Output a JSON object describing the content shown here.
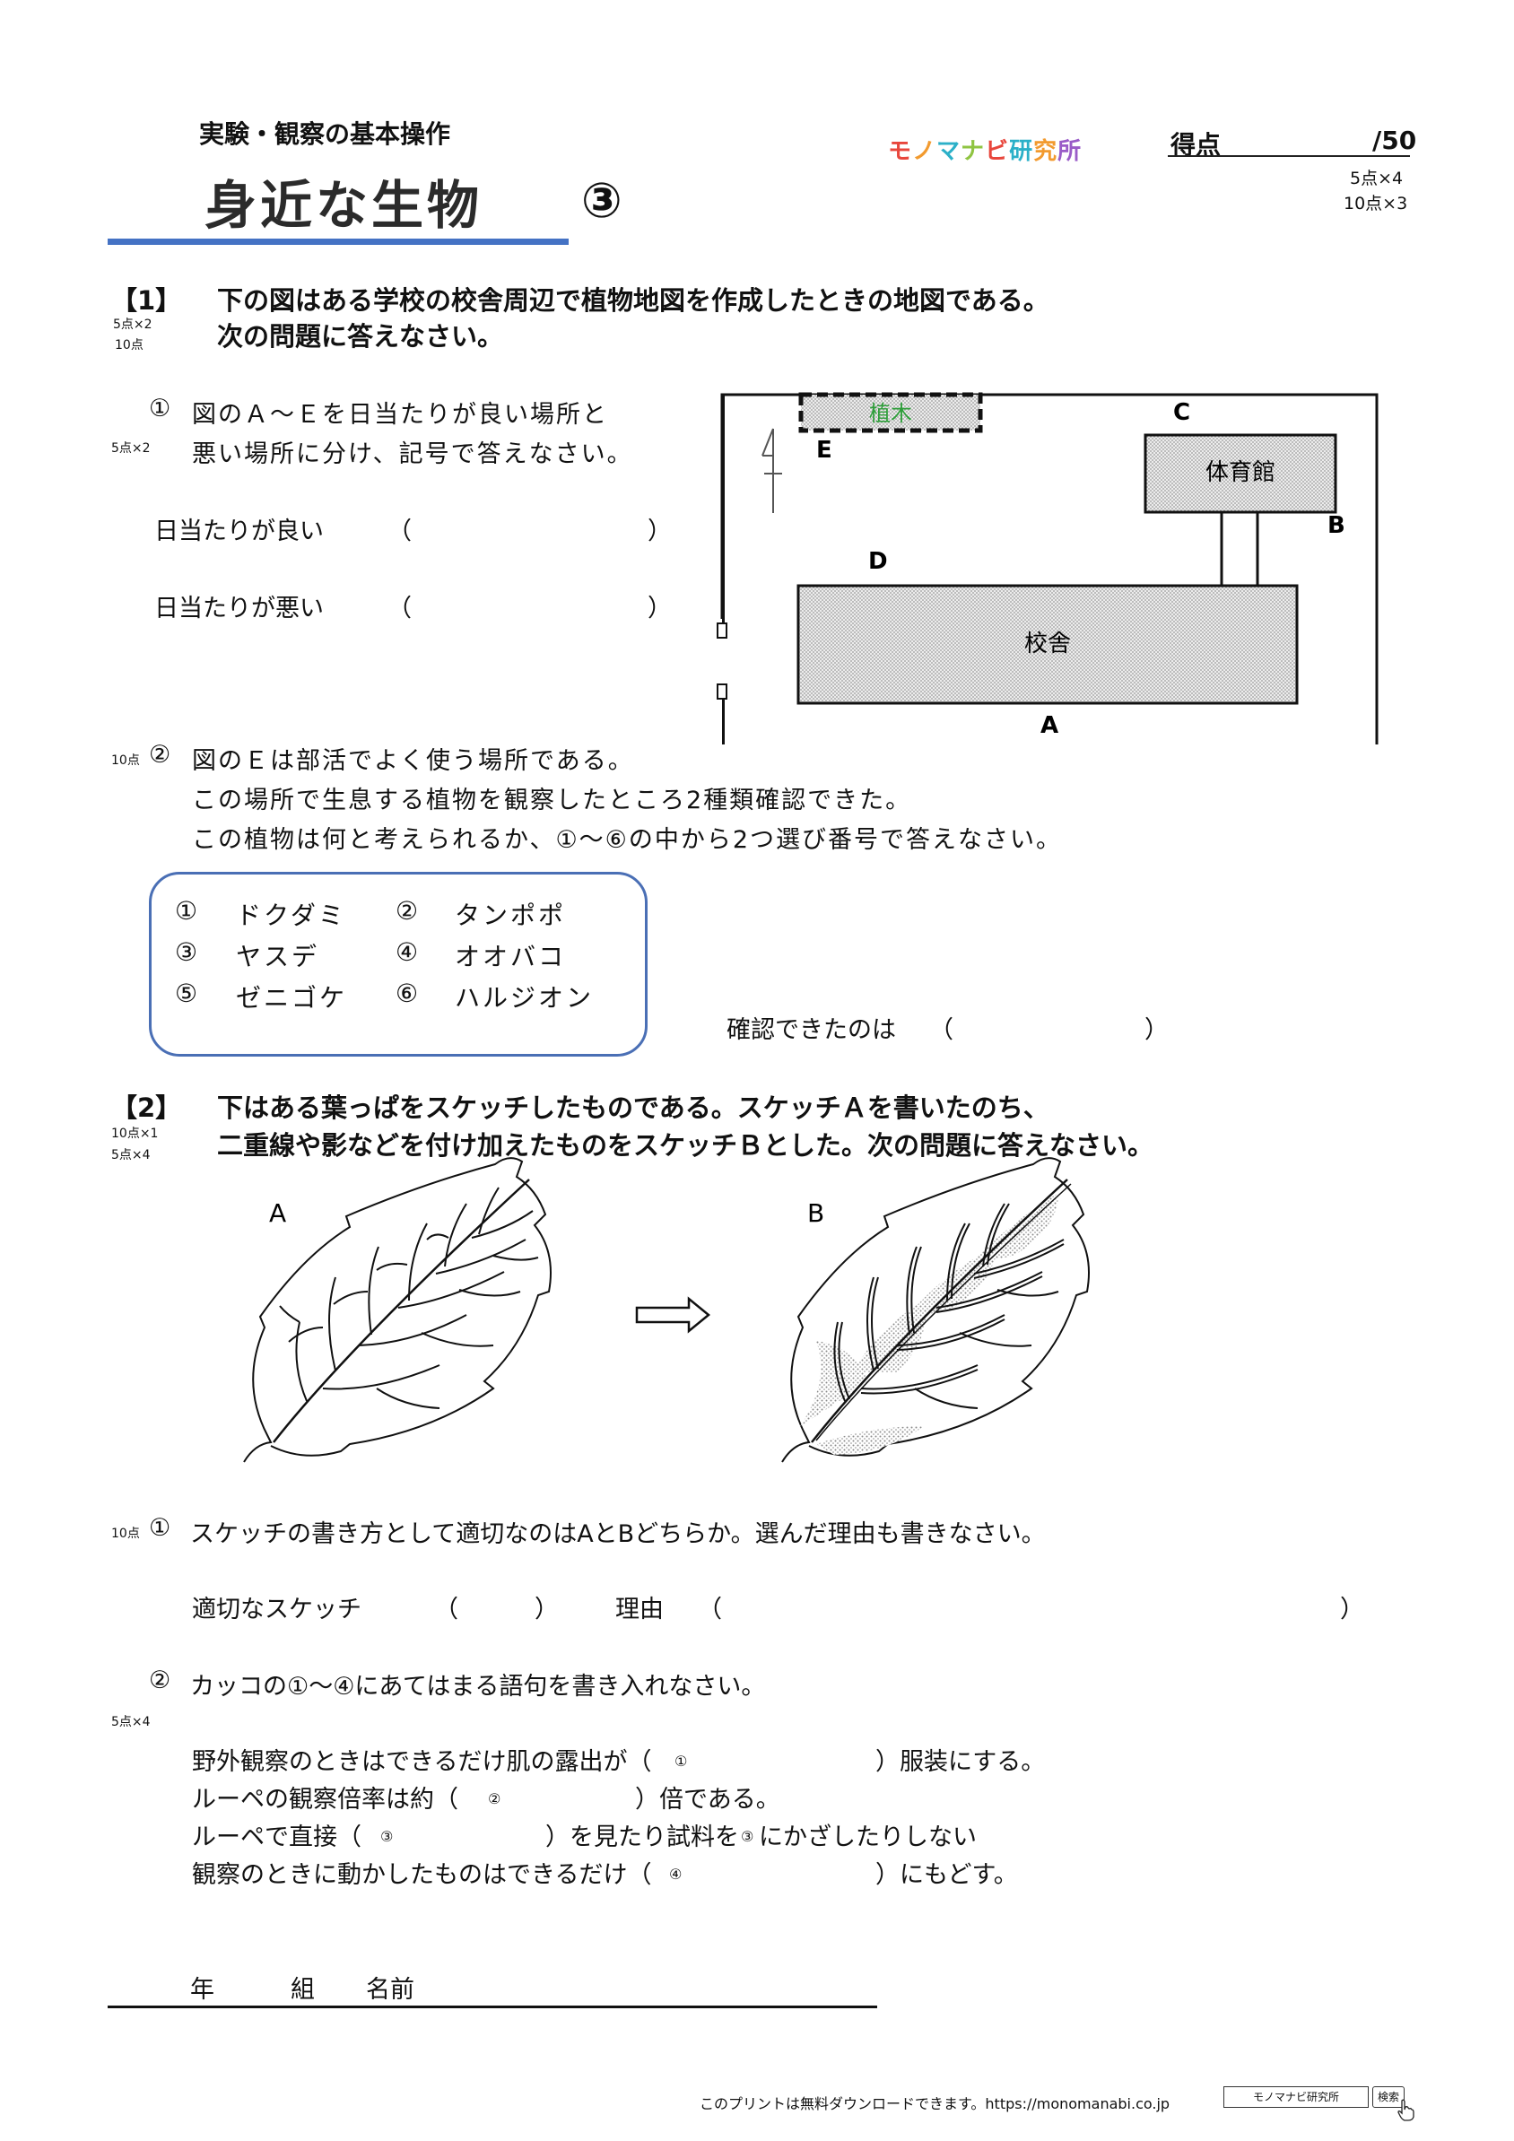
{
  "header": {
    "subtitle": "実験・観察の基本操作",
    "title": "身近な生物",
    "number": "③",
    "brand": "モノマナビ研究所",
    "score_label": "得点",
    "score_total": "/50",
    "score_note_1": "5点×4",
    "score_note_2": "10点×3",
    "brand_colors": [
      "#e8463c",
      "#f29a2e",
      "#2bb0c8",
      "#8fc441",
      "#e8463c",
      "#2bb0c8",
      "#f29a2e",
      "#9a5cc8"
    ]
  },
  "section1": {
    "label": "【1】",
    "points_1": "5点×2",
    "points_2": "10点",
    "intro_1": "下の図はある学校の校舎周辺で植物地図を作成したときの地図である。",
    "intro_2": "次の問題に答えなさい。",
    "q1": {
      "num": "①",
      "points": "5点×2",
      "text_1": "図のＡ～Ｅを日当たりが良い場所と",
      "text_2": "悪い場所に分け、記号で答えなさい。",
      "good_label": "日当たりが良い",
      "bad_label": "日当たりが悪い",
      "open": "（",
      "close": "）"
    },
    "map": {
      "trees_label": "植木",
      "gym_label": "体育館",
      "school_label": "校舎",
      "letter_a": "A",
      "letter_b": "B",
      "letter_c": "C",
      "letter_d": "D",
      "letter_e": "E",
      "tree_label_color": "#2e9e3a"
    },
    "q2": {
      "points": "10点",
      "num": "②",
      "text_1": "図のＥは部活でよく使う場所である。",
      "text_2": "この場所で生息する植物を観察したところ2種類確認できた。",
      "text_3": "この植物は何と考えられるか、①～⑥の中から2つ選び番号で答えなさい。",
      "options": [
        {
          "num": "①",
          "name": "ドクダミ"
        },
        {
          "num": "②",
          "name": "タンポポ"
        },
        {
          "num": "③",
          "name": "ヤスデ"
        },
        {
          "num": "④",
          "name": "オオバコ"
        },
        {
          "num": "⑤",
          "name": "ゼニゴケ"
        },
        {
          "num": "⑥",
          "name": "ハルジオン"
        }
      ],
      "answer_label": "確認できたのは",
      "open": "（",
      "close": "）",
      "box_color": "#4a6fb5"
    }
  },
  "section2": {
    "label": "【2】",
    "points_1": "10点×1",
    "points_2": "5点×4",
    "intro_1": "下はある葉っぱをスケッチしたものである。スケッチＡを書いたのち、",
    "intro_2": "二重線や影などを付け加えたものをスケッチＢとした。次の問題に答えなさい。",
    "sketch_a_label": "A",
    "sketch_b_label": "B",
    "q1": {
      "points": "10点",
      "num": "①",
      "text": "スケッチの書き方として適切なのはAとBどちらか。選んだ理由も書きなさい。",
      "sketch_label": "適切なスケッチ",
      "reason_label": "理由",
      "open": "（",
      "close": "）"
    },
    "q2": {
      "num": "②",
      "points": "5点×4",
      "text": "カッコの①～④にあてはまる語句を書き入れなさい。",
      "line1_pre": "野外観察のときはできるだけ肌の露出が（",
      "line1_num": "①",
      "line1_post": "）服装にする。",
      "line2_pre": "ルーペの観察倍率は約（",
      "line2_num": "②",
      "line2_post": "）倍である。",
      "line3_pre": "ルーペで直接（",
      "line3_num": "③",
      "line3_mid": "）を見たり試料を",
      "line3_num2": "③",
      "line3_post": "にかざしたりしない",
      "line4_pre": "観察のときに動かしたものはできるだけ（",
      "line4_num": "④",
      "line4_post": "）にもどす。"
    }
  },
  "footer": {
    "year": "年",
    "class": "組",
    "name": "名前",
    "note": "このプリントは無料ダウンロードできます。https://monomanabi.co.jp",
    "search_box": "モノマナビ研究所",
    "search_button": "検索"
  }
}
